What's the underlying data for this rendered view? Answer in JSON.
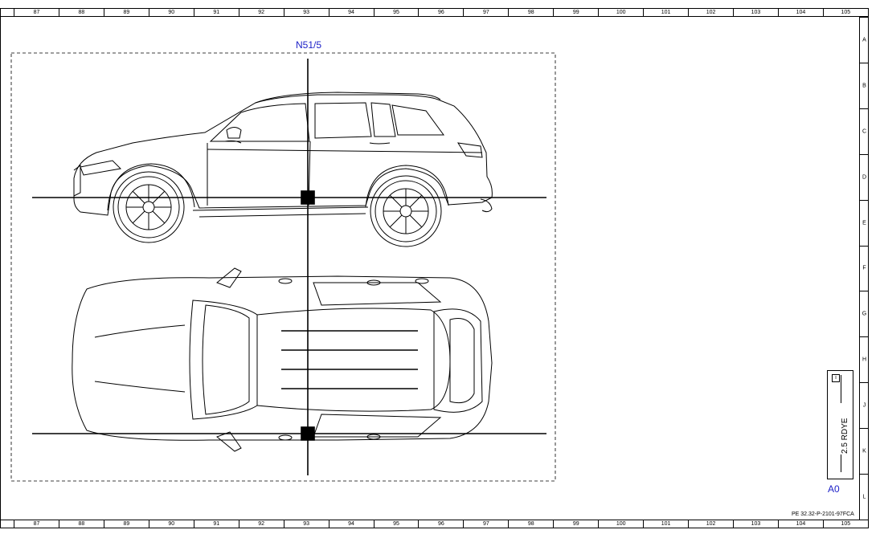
{
  "grid": {
    "columns": [
      "87",
      "88",
      "89",
      "90",
      "91",
      "92",
      "93",
      "94",
      "95",
      "96",
      "97",
      "98",
      "99",
      "100",
      "101",
      "102",
      "103",
      "104",
      "105"
    ],
    "rows": [
      "A",
      "B",
      "C",
      "D",
      "E",
      "F",
      "G",
      "H",
      "J",
      "K",
      "L"
    ]
  },
  "diagram": {
    "component_label": "N51/5",
    "area_code": "A0",
    "document_id": "PE 32.32-P-2101-97FCA",
    "wire_spec": "2.5 RDYE",
    "legend_icon": "info-icon",
    "colors": {
      "label_blue": "#1e22c8",
      "line": "#000000"
    }
  }
}
